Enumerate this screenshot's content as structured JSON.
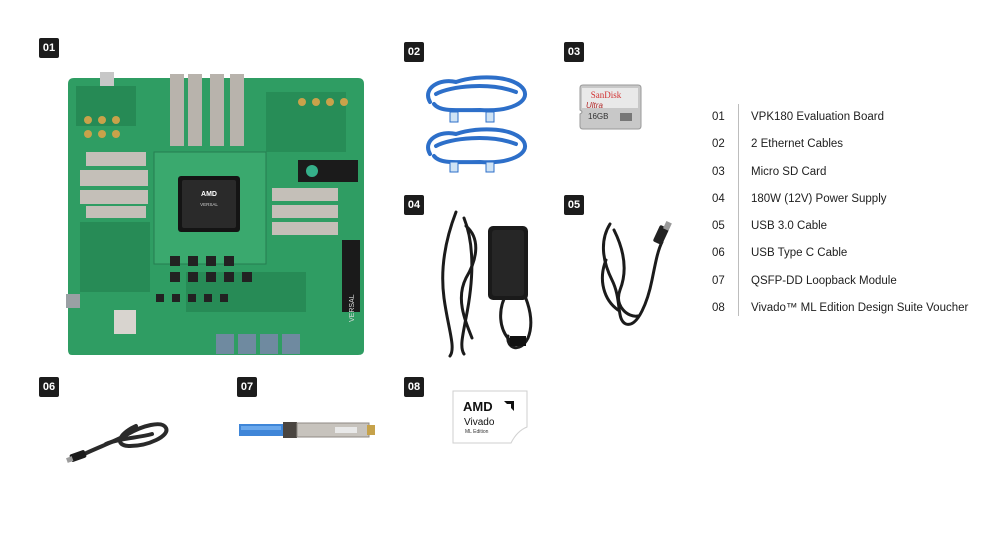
{
  "badges": [
    "01",
    "02",
    "03",
    "04",
    "05",
    "06",
    "07",
    "08"
  ],
  "contents": [
    {
      "num": "01",
      "label": "VPK180 Evaluation Board"
    },
    {
      "num": "02",
      "label": "2 Ethernet Cables"
    },
    {
      "num": "03",
      "label": "Micro SD Card"
    },
    {
      "num": "04",
      "label": "180W (12V) Power Supply"
    },
    {
      "num": "05",
      "label": "USB 3.0 Cable"
    },
    {
      "num": "06",
      "label": "USB Type C Cable"
    },
    {
      "num": "07",
      "label": "QSFP-DD Loopback Module"
    },
    {
      "num": "08",
      "label": "Vivado™ ML Edition Design Suite Voucher"
    }
  ],
  "board": {
    "chip_brand": "AMD",
    "chip_name": "VERSAL",
    "edge_label": "VERSAL"
  },
  "sd_card": {
    "brand": "SanDisk",
    "line": "Ultra",
    "capacity": "16GB"
  },
  "voucher": {
    "brand": "AMD",
    "product": "Vivado",
    "edition": "ML Edition"
  },
  "colors": {
    "pcb": "#2f9d63",
    "cable_blue": "#2d6fc9",
    "badge": "#1c1c1c"
  }
}
